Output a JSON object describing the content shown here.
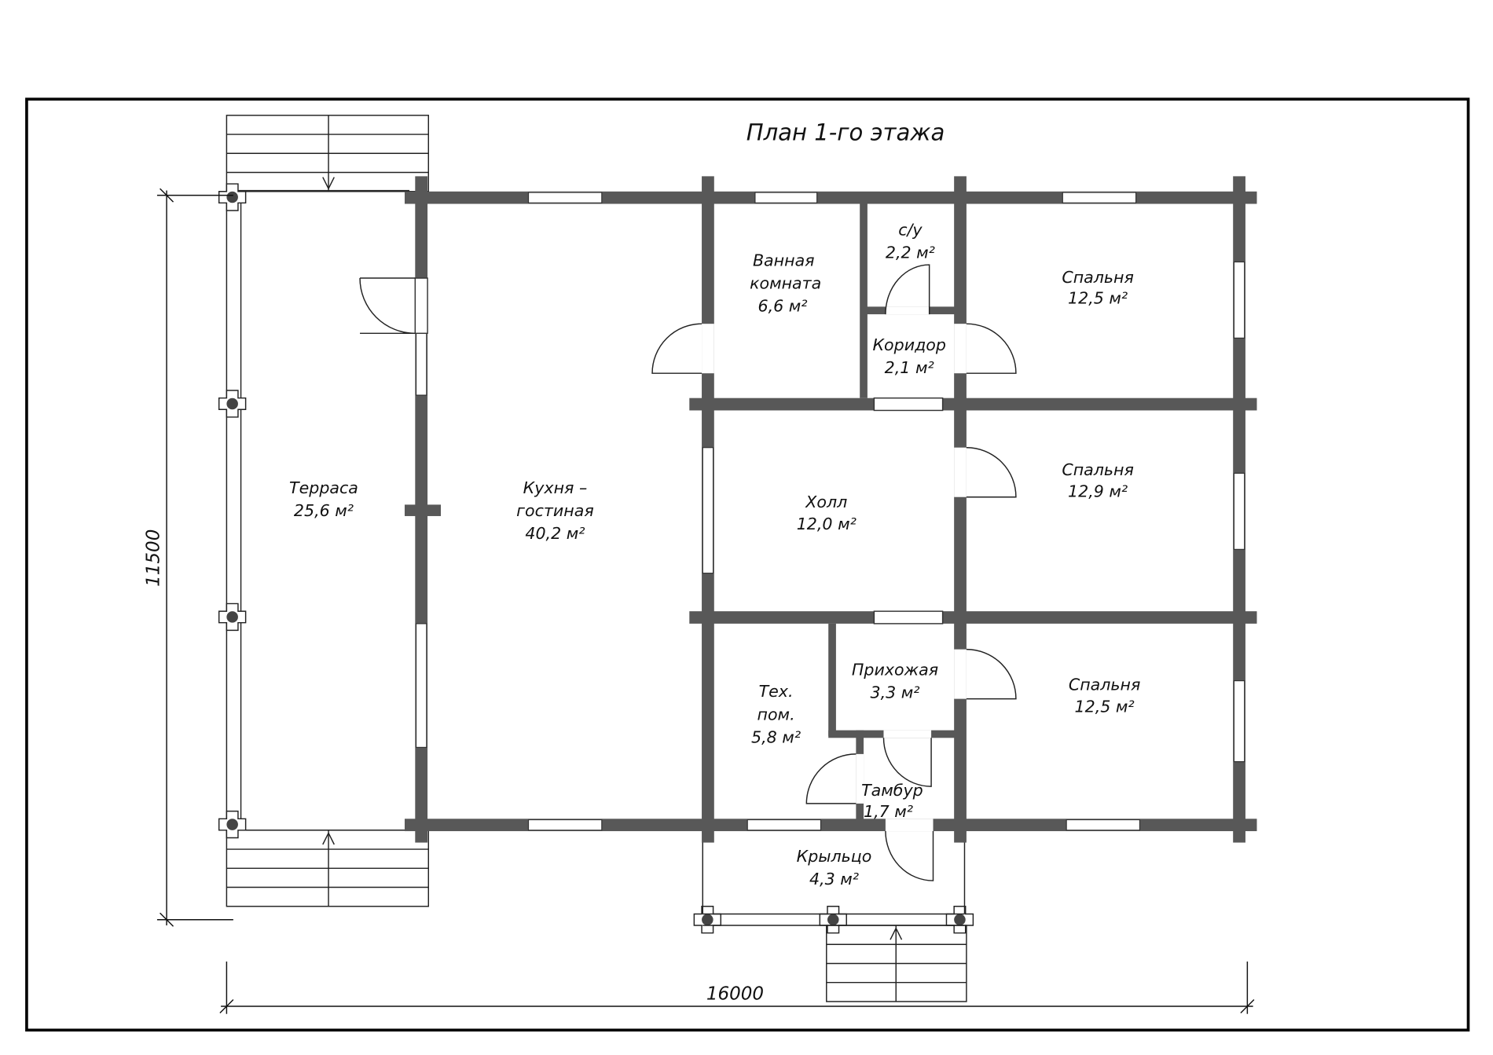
{
  "title": "План 1-го этажа",
  "rooms": [
    {
      "name": "Терраса",
      "area": "25,6 м²"
    },
    {
      "name": "Кухня –",
      "name2": "гостиная",
      "area": "40,2 м²"
    },
    {
      "name": "Ванная",
      "name2": "комната",
      "area": "6,6 м²"
    },
    {
      "name": "с/у",
      "area": "2,2 м²"
    },
    {
      "name": "Коридор",
      "area": "2,1 м²"
    },
    {
      "name": "Спальня",
      "area": "12,5 м²"
    },
    {
      "name": "Холл",
      "area": "12,0 м²"
    },
    {
      "name": "Спальня",
      "area": "12,9 м²"
    },
    {
      "name": "Тех.",
      "name2": "пом.",
      "area": "5,8 м²"
    },
    {
      "name": "Прихожая",
      "area": "3,3 м²"
    },
    {
      "name": "Спальня",
      "area": "12,5 м²"
    },
    {
      "name": "Тамбур",
      "area": "1,7 м²"
    },
    {
      "name": "Крыльцо",
      "area": "4,3 м²"
    }
  ],
  "dimensions": {
    "height": "11500",
    "width": "16000"
  },
  "colors": {
    "wall": "#585858",
    "frame": "#000000"
  }
}
